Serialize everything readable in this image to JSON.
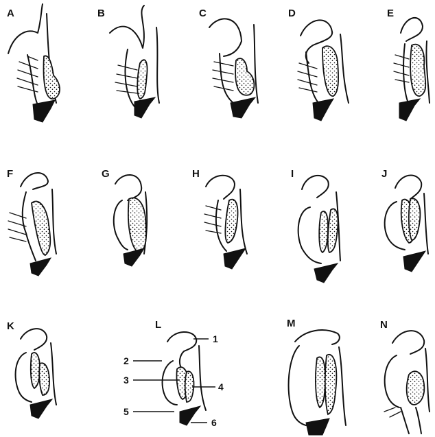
{
  "figure": {
    "panels": [
      {
        "id": "A",
        "label": "A"
      },
      {
        "id": "B",
        "label": "B"
      },
      {
        "id": "C",
        "label": "C"
      },
      {
        "id": "D",
        "label": "D"
      },
      {
        "id": "E",
        "label": "E"
      },
      {
        "id": "F",
        "label": "F"
      },
      {
        "id": "G",
        "label": "G"
      },
      {
        "id": "H",
        "label": "H"
      },
      {
        "id": "I",
        "label": "I"
      },
      {
        "id": "J",
        "label": "J"
      },
      {
        "id": "K",
        "label": "K"
      },
      {
        "id": "L",
        "label": "L"
      },
      {
        "id": "M",
        "label": "M"
      },
      {
        "id": "N",
        "label": "N"
      }
    ],
    "callouts": [
      "1",
      "2",
      "3",
      "4",
      "5",
      "6"
    ]
  }
}
